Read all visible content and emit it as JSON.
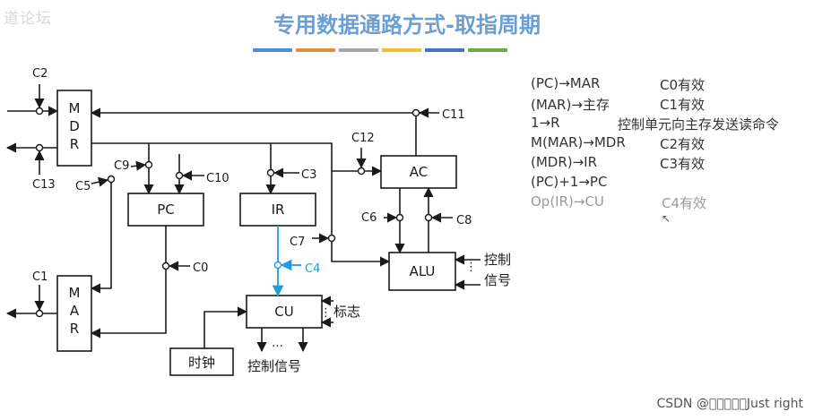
{
  "watermark": "道论坛",
  "title": "专用数据通路方式-取指周期",
  "color_bars": [
    "#4a90d9",
    "#e58a3a",
    "#a5a5a5",
    "#f2c02c",
    "#4472c4",
    "#70ad47"
  ],
  "blocks": {
    "mdr": "MDR",
    "mar": "MAR",
    "pc": "PC",
    "ir": "IR",
    "cu": "CU",
    "ac": "AC",
    "alu": "ALU",
    "clock": "时钟"
  },
  "signals": {
    "c0": "C0",
    "c1": "C1",
    "c2": "C2",
    "c3": "C3",
    "c4": "C4",
    "c5": "C5",
    "c6": "C6",
    "c7": "C7",
    "c8": "C8",
    "c9": "C9",
    "c10": "C10",
    "c11": "C11",
    "c12": "C12",
    "c13": "C13"
  },
  "labels": {
    "flags": "标志",
    "cu_control": "控制信号",
    "alu_control_1": "控制",
    "alu_control_2": "信号",
    "ellipsis": "…",
    "vdots": "⋮"
  },
  "steps": [
    {
      "op": "(PC)→MAR",
      "note": "C0有效"
    },
    {
      "op": "(MAR)→主存",
      "note": "C1有效"
    },
    {
      "op": "1→R",
      "note": "控制单元向主存发送读命令"
    },
    {
      "op": "M(MAR)→MDR",
      "note": "C2有效"
    },
    {
      "op": "(MDR)→IR",
      "note": "C3有效"
    },
    {
      "op": "(PC)+1→PC",
      "note": ""
    },
    {
      "op": "Op(IR)→CU",
      "note": "C4有效"
    }
  ],
  "credit": "CSDN @\u0000\u0000\u0000\u0000\u0000Just right",
  "colors": {
    "line": "#1a1a1a",
    "highlight": "#1f9be0",
    "title": "#6b9ed3"
  }
}
